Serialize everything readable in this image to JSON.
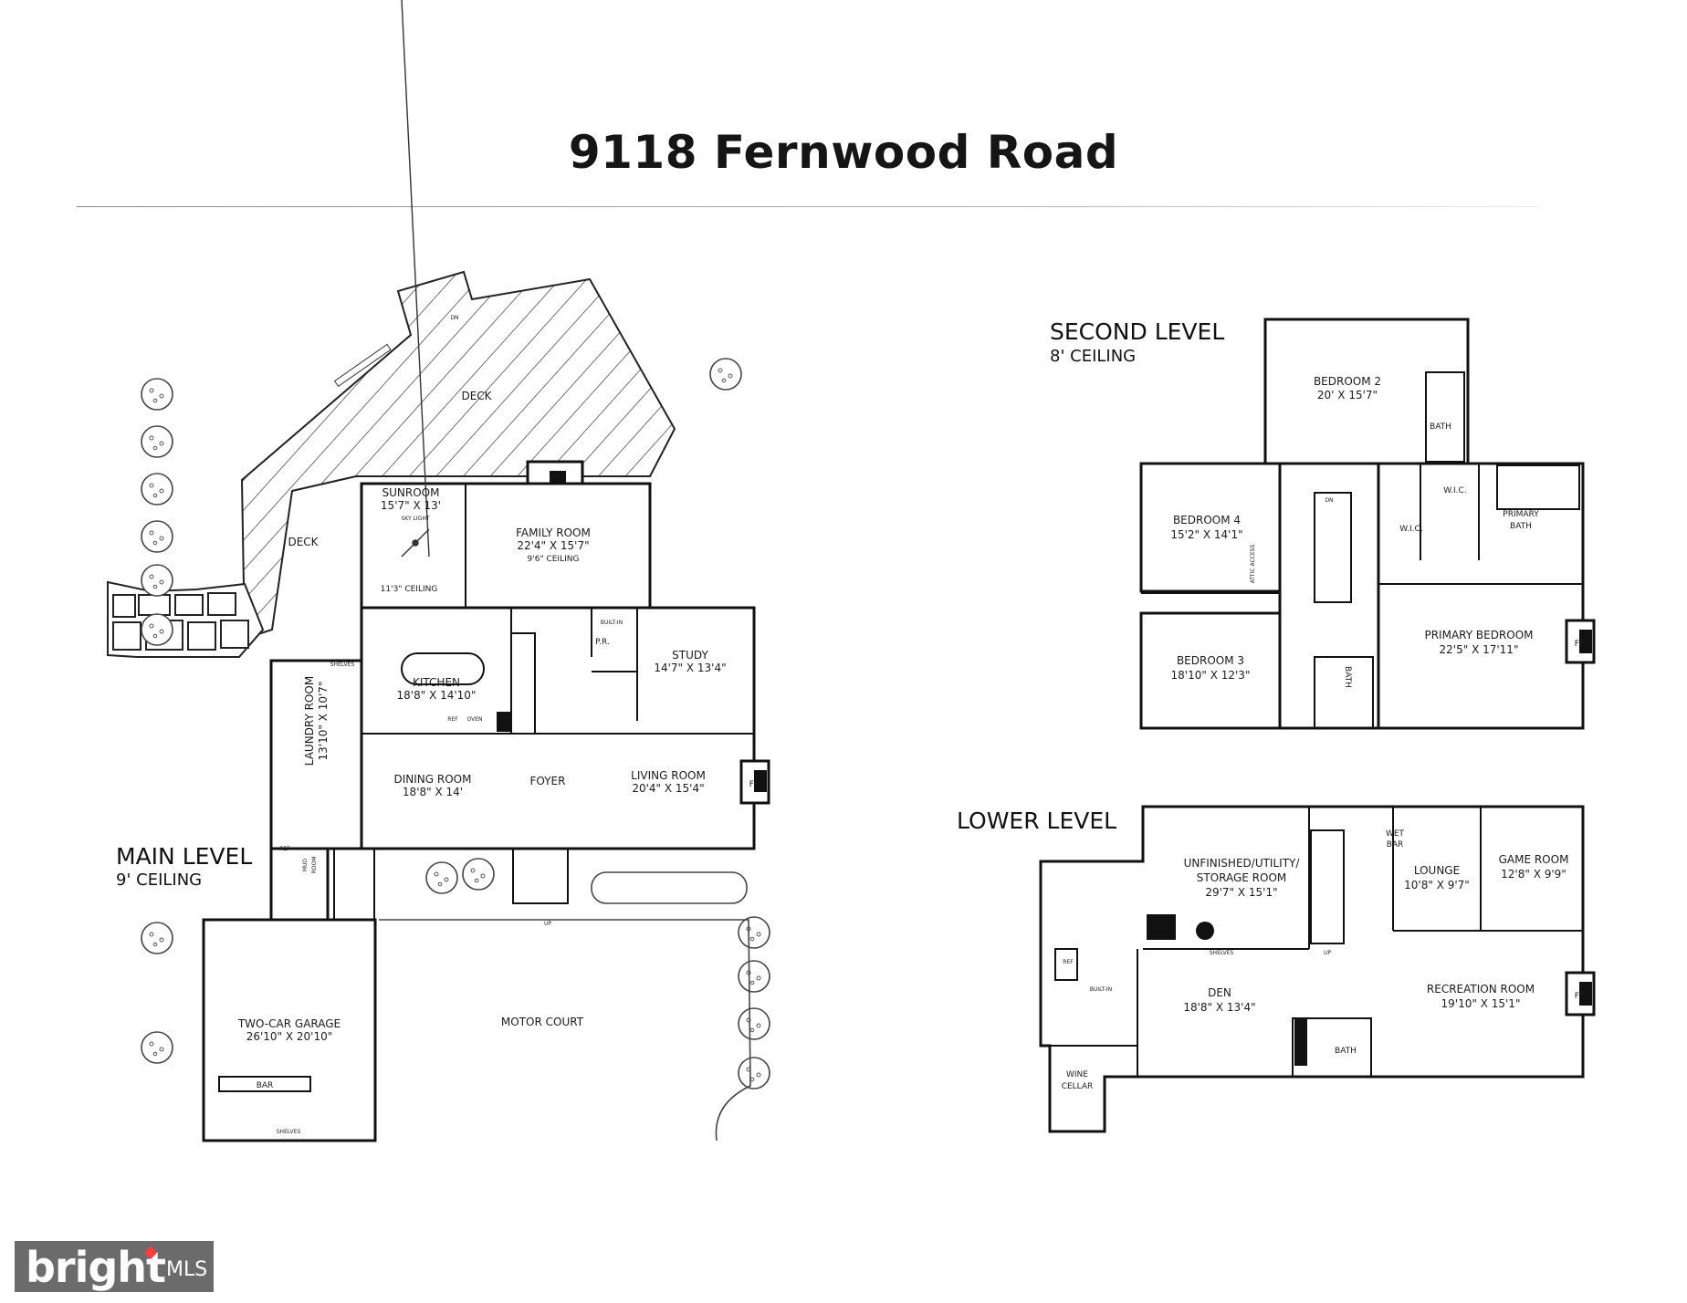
{
  "title": "9118 Fernwood Road",
  "levels": {
    "main": {
      "name": "MAIN LEVEL",
      "ceiling": "9' CEILING"
    },
    "second": {
      "name": "SECOND LEVEL",
      "ceiling": "8' CEILING"
    },
    "lower": {
      "name": "LOWER LEVEL"
    }
  },
  "main_rooms": {
    "deck1": "DECK",
    "deck2": "DECK",
    "sunroom": "SUNROOM",
    "sunroom_dim": "15'7\" X 13'",
    "sunroom_ceiling": "11'3\" CEILING",
    "family": "FAMILY ROOM",
    "family_dim": "22'4\" X 15'7\"",
    "family_ceiling": "9'6\" CEILING",
    "kitchen": "KITCHEN",
    "kitchen_dim": "18'8\" X 14'10\"",
    "study": "STUDY",
    "study_dim": "14'7\" X 13'4\"",
    "dining": "DINING ROOM",
    "dining_dim": "18'8\" X 14'",
    "foyer": "FOYER",
    "living": "LIVING ROOM",
    "living_dim": "20'4\" X 15'4\"",
    "laundry": "LAUNDRY ROOM",
    "laundry_dim": "13'10\" X 10'7\"",
    "mud": "MUD",
    "mud2": "ROOM",
    "garage": "TWO-CAR GARAGE",
    "garage_dim": "26'10\" X 20'10\"",
    "bar": "BAR",
    "motor": "MOTOR COURT",
    "pr": "P.R.",
    "builtin": "BUILT-IN",
    "fp": "FP",
    "ref": "REF",
    "oven": "OVEN",
    "shelves": "SHELVES",
    "up": "UP",
    "dn": "DN",
    "skylight": "SKY LIGHT"
  },
  "second_rooms": {
    "bed2": "BEDROOM 2",
    "bed2_dim": "20' X 15'7\"",
    "bath": "BATH",
    "bed4": "BEDROOM 4",
    "bed4_dim": "15'2\" X 14'1\"",
    "attic": "ATTIC ACCESS",
    "wic": "W.I.C.",
    "primary_bath": "PRIMARY",
    "primary_bath2": "BATH",
    "bed3": "BEDROOM 3",
    "bed3_dim": "18'10\" X 12'3\"",
    "primary": "PRIMARY BEDROOM",
    "primary_dim": "22'5\" X 17'11\"",
    "fp": "FP",
    "dn": "DN"
  },
  "lower_rooms": {
    "storage": "UNFINISHED/UTILITY/",
    "storage2": "STORAGE ROOM",
    "storage_dim": "29'7\" X 15'1\"",
    "wetbar": "WET",
    "wetbar2": "BAR",
    "lounge": "LOUNGE",
    "lounge_dim": "10'8\" X 9'7\"",
    "game": "GAME ROOM",
    "game_dim": "12'8\" X 9'9\"",
    "shelves": "SHELVES",
    "ref": "REF",
    "builtin": "BUILT-IN",
    "den": "DEN",
    "den_dim": "18'8\" X 13'4\"",
    "rec": "RECREATION ROOM",
    "rec_dim": "19'10\" X 15'1\"",
    "bath": "BATH",
    "wine": "WINE",
    "cellar": "CELLAR",
    "fp": "FP",
    "up": "UP"
  },
  "logo": {
    "brand": "bright",
    "mls": "MLS"
  }
}
